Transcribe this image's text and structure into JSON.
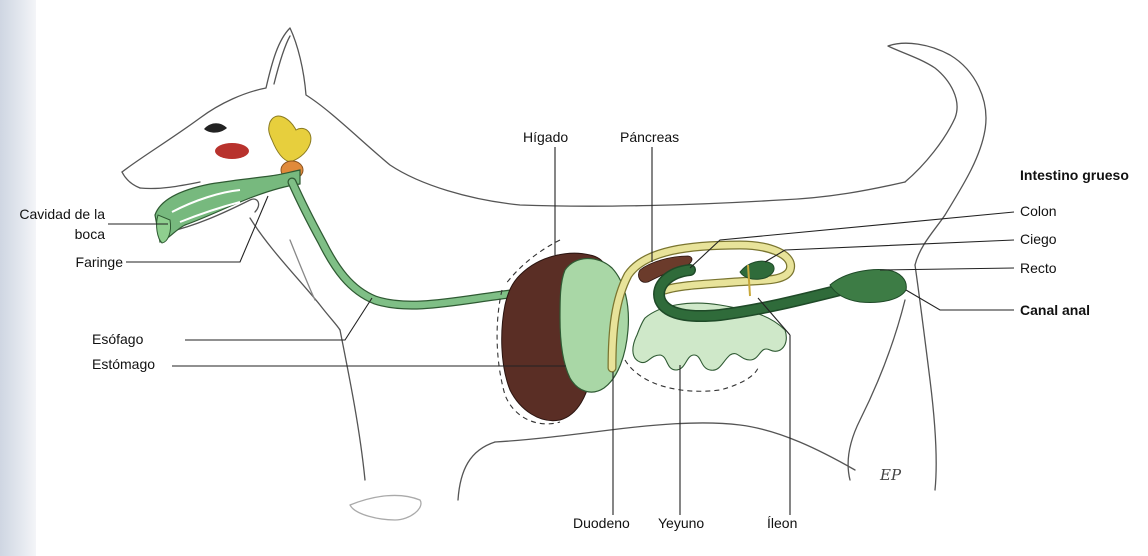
{
  "labels": {
    "higado": "Hígado",
    "pancreas": "Páncreas",
    "intestino_grueso": "Intestino grueso",
    "colon": "Colon",
    "ciego": "Ciego",
    "recto": "Recto",
    "canal_anal": "Canal anal",
    "cavidad_boca_line1": "Cavidad de la",
    "cavidad_boca_line2": "boca",
    "faringe": "Faringe",
    "esofago": "Esófago",
    "estomago": "Estómago",
    "duodeno": "Duodeno",
    "yeyuno": "Yeyuno",
    "ileon": "Íleon"
  },
  "signature": "EP",
  "colors": {
    "esophagus": "#7fbf86",
    "stomach": "#a9d7a6",
    "liver": "#5a2e25",
    "pancreas": "#6b3b2b",
    "duodenum": "#e8e39a",
    "small_intestine": "#cfe8c9",
    "large_intestine": "#2f6b3a",
    "rectum": "#3d7c45",
    "salivary_gland": "#e7cf3d",
    "tonsil": "#e08a3b",
    "cheek_gland": "#b8322d",
    "mouth": "#77b97e",
    "outline": "#444444"
  }
}
